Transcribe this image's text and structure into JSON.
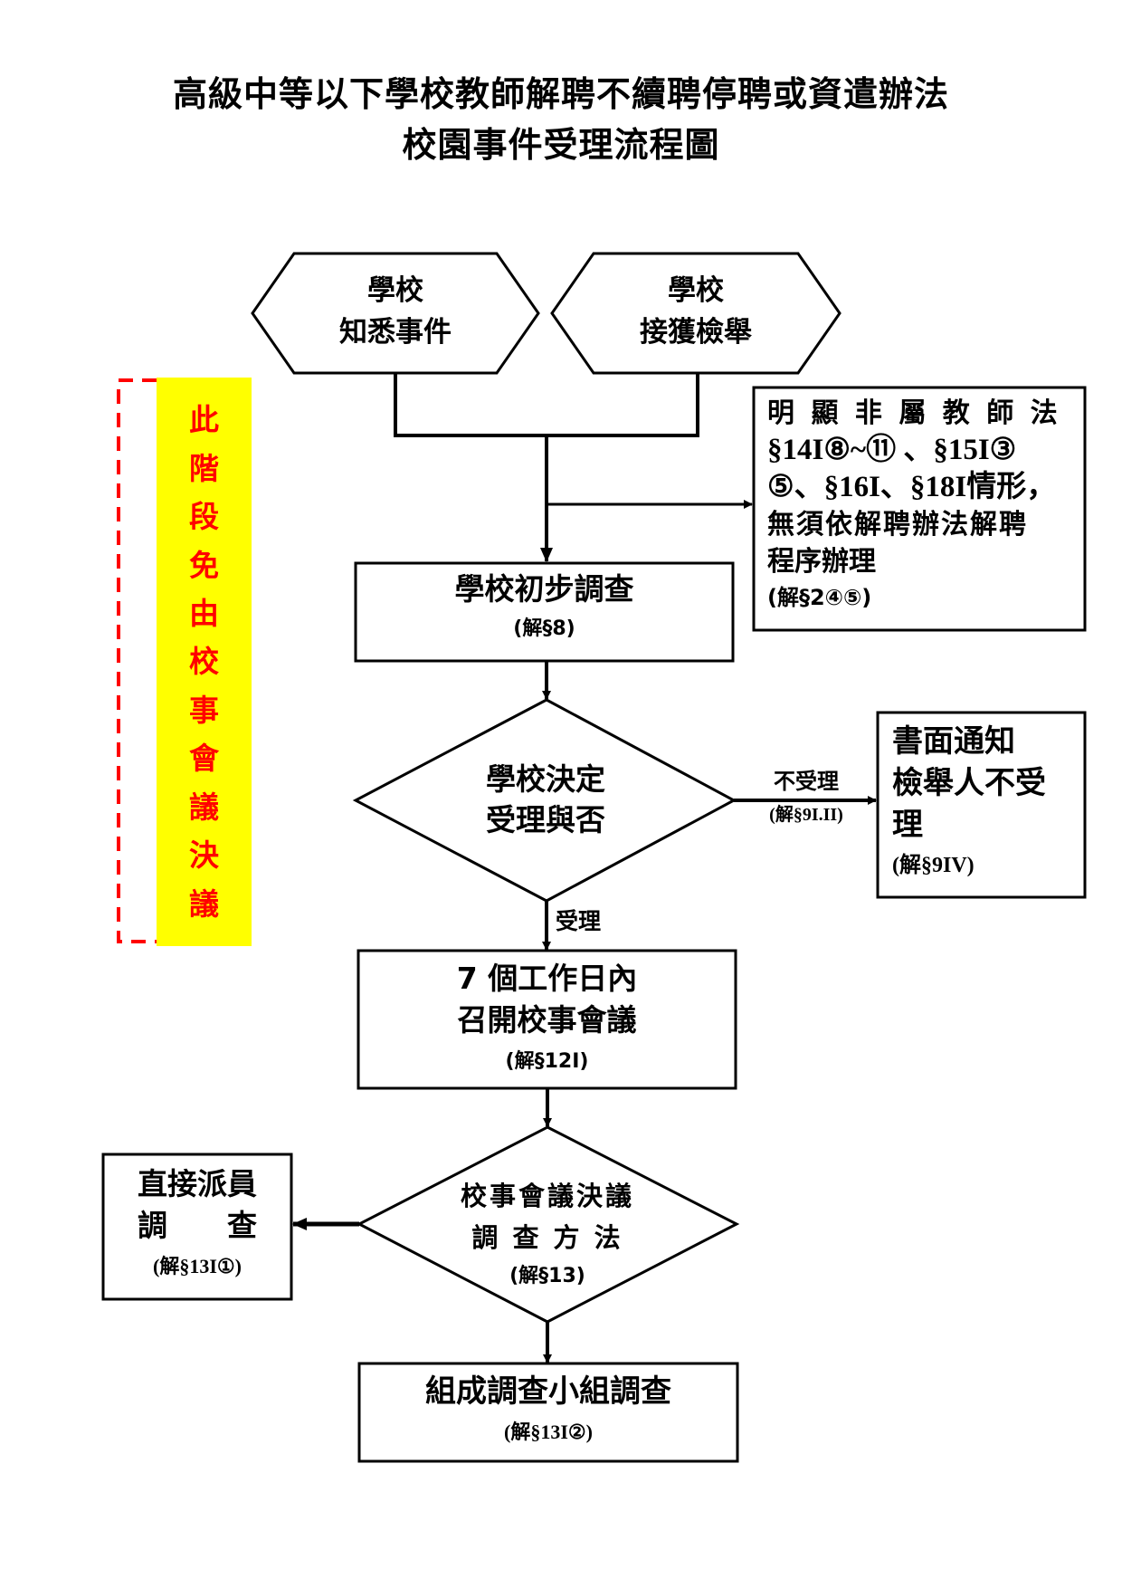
{
  "title": {
    "line1": "高級中等以下學校教師解聘不續聘停聘或資遣辦法",
    "line2": "校園事件受理流程圖"
  },
  "colors": {
    "stroke": "#000000",
    "highlight_bg": "#ffff00",
    "highlight_text": "#ff0000",
    "bracket": "#ff0000"
  },
  "side_note": {
    "chars": [
      "此",
      "階",
      "段",
      "免",
      "由",
      "校",
      "事",
      "會",
      "議",
      "決",
      "議"
    ],
    "text": "此階段免由校事會議決議"
  },
  "nodes": {
    "start_known": {
      "line1": "學校",
      "line2": "知悉事件"
    },
    "start_report": {
      "line1": "學校",
      "line2": "接獲檢舉"
    },
    "not_applicable": {
      "line1": "明 顯 非 屬 教 師 法",
      "line2": "§14I⑧~⑪ 、§15I③",
      "line3": "⑤、§16I、§18I情形，",
      "line4": "無須依解聘辦法解聘",
      "line5": "程序辦理",
      "ref": "(解§2④⑤)"
    },
    "preliminary": {
      "label": "學校初步調查",
      "ref": "(解§8)"
    },
    "decide_accept": {
      "line1": "學校決定",
      "line2": "受理與否"
    },
    "reject_notice": {
      "line1": "書面通知",
      "line2": "檢舉人不受",
      "line3": "理",
      "ref": "(解§9IV)"
    },
    "meeting": {
      "line1": "7 個工作日內",
      "line2": "召開校事會議",
      "ref": "(解§12I)"
    },
    "decide_method": {
      "line1": "校事會議決議",
      "line2": "調 查 方 法",
      "ref": "(解§13)"
    },
    "direct_investigate": {
      "line1": "直接派員",
      "line2": "調　　查",
      "ref": "(解§13I①)"
    },
    "panel_investigate": {
      "label": "組成調查小組調查",
      "ref": "(解§13I②)"
    }
  },
  "edges": {
    "reject_label": "不受理",
    "reject_ref": "(解§9I.II)",
    "accept_label": "受理"
  }
}
